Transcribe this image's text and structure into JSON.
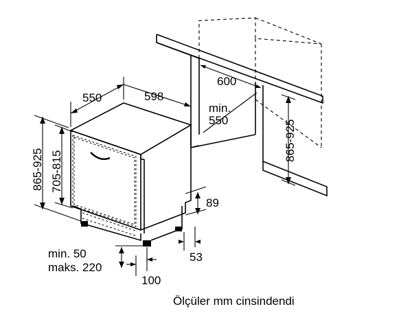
{
  "dimensions": {
    "depth": "550",
    "width": "598",
    "niche_width": "600",
    "niche_min_depth_label": "min.",
    "niche_min_depth_value": "550",
    "height_range_unit": "865-925",
    "height_range_door": "705-815",
    "height_range_niche": "865-925",
    "plinth_height": "89",
    "foot_offset": "53",
    "plinth_min": "min. 50",
    "plinth_max": "maks. 220",
    "plinth_depth": "100"
  },
  "caption": "Ölçüler mm cinsindendi"
}
